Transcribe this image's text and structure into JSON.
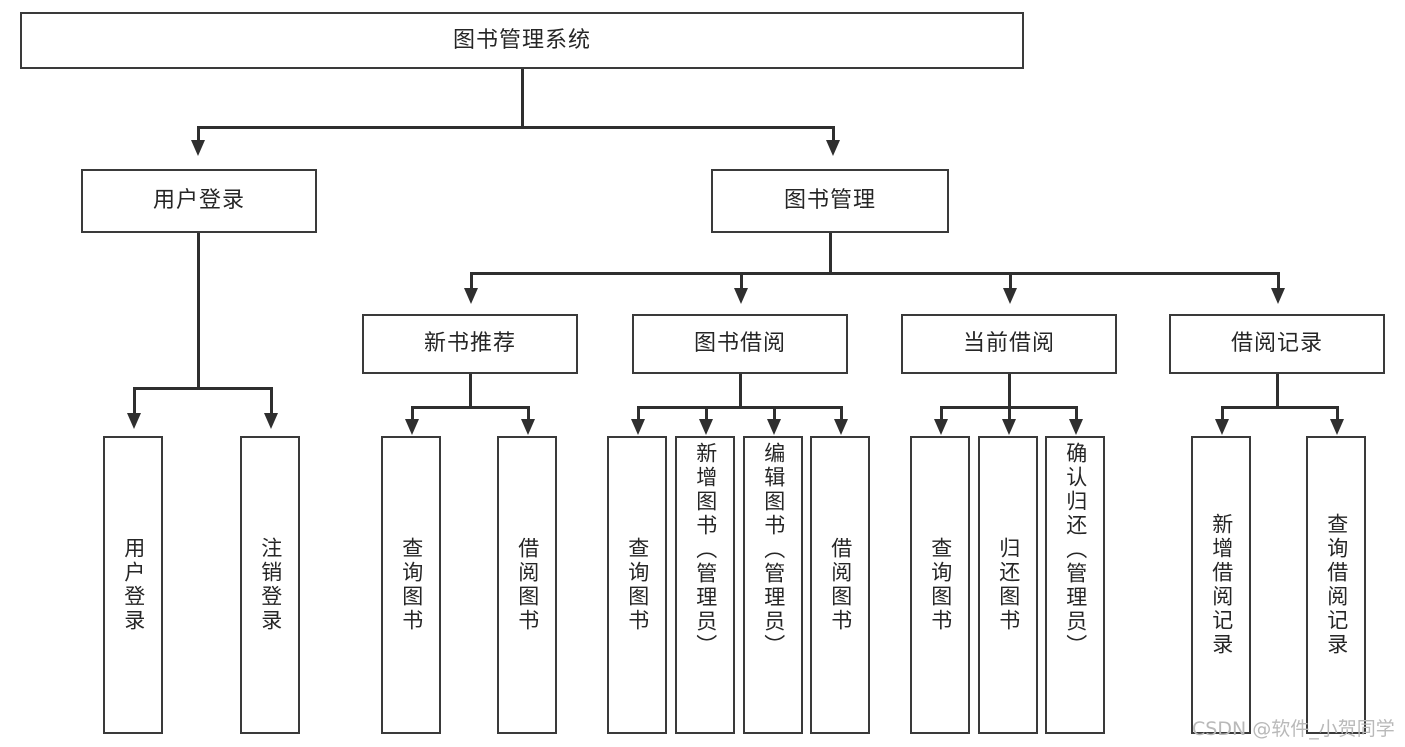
{
  "diagram": {
    "title": "图书管理系统",
    "type": "tree-hierarchy-chart",
    "watermark": "CSDN @软件_小贺同学",
    "colors": {
      "box_border": "#3a3a3a",
      "connector": "#2f2f2f",
      "text": "#262626",
      "background": "#ffffff",
      "watermark": "#b9b9b9"
    },
    "root": {
      "label": "图书管理系统"
    },
    "level2": [
      {
        "id": "user-login",
        "label": "用户登录"
      },
      {
        "id": "book-manage",
        "label": "图书管理"
      }
    ],
    "level3": [
      {
        "id": "new-book-recommend",
        "label": "新书推荐"
      },
      {
        "id": "book-borrow",
        "label": "图书借阅"
      },
      {
        "id": "current-borrow",
        "label": "当前借阅"
      },
      {
        "id": "borrow-record",
        "label": "借阅记录"
      }
    ],
    "leaves": {
      "user_login": [
        {
          "id": "leaf-user-login",
          "label": "用户登录"
        },
        {
          "id": "leaf-logout-login",
          "label": "注销登录"
        }
      ],
      "new_book_recommend": [
        {
          "id": "leaf-query-book-1",
          "label": "查询图书"
        },
        {
          "id": "leaf-borrow-book-1",
          "label": "借阅图书"
        }
      ],
      "book_borrow": [
        {
          "id": "leaf-query-book-2",
          "label": "查询图书"
        },
        {
          "id": "leaf-add-book",
          "label": "新增图书（管理员）"
        },
        {
          "id": "leaf-edit-book",
          "label": "编辑图书（管理员）"
        },
        {
          "id": "leaf-borrow-book-2",
          "label": "借阅图书"
        }
      ],
      "current_borrow": [
        {
          "id": "leaf-query-book-3",
          "label": "查询图书"
        },
        {
          "id": "leaf-return-book",
          "label": "归还图书"
        },
        {
          "id": "leaf-confirm-return",
          "label": "确认归还（管理员）"
        }
      ],
      "borrow_record": [
        {
          "id": "leaf-add-record",
          "label": "新增借阅记录"
        },
        {
          "id": "leaf-query-record",
          "label": "查询借阅记录"
        }
      ]
    }
  }
}
